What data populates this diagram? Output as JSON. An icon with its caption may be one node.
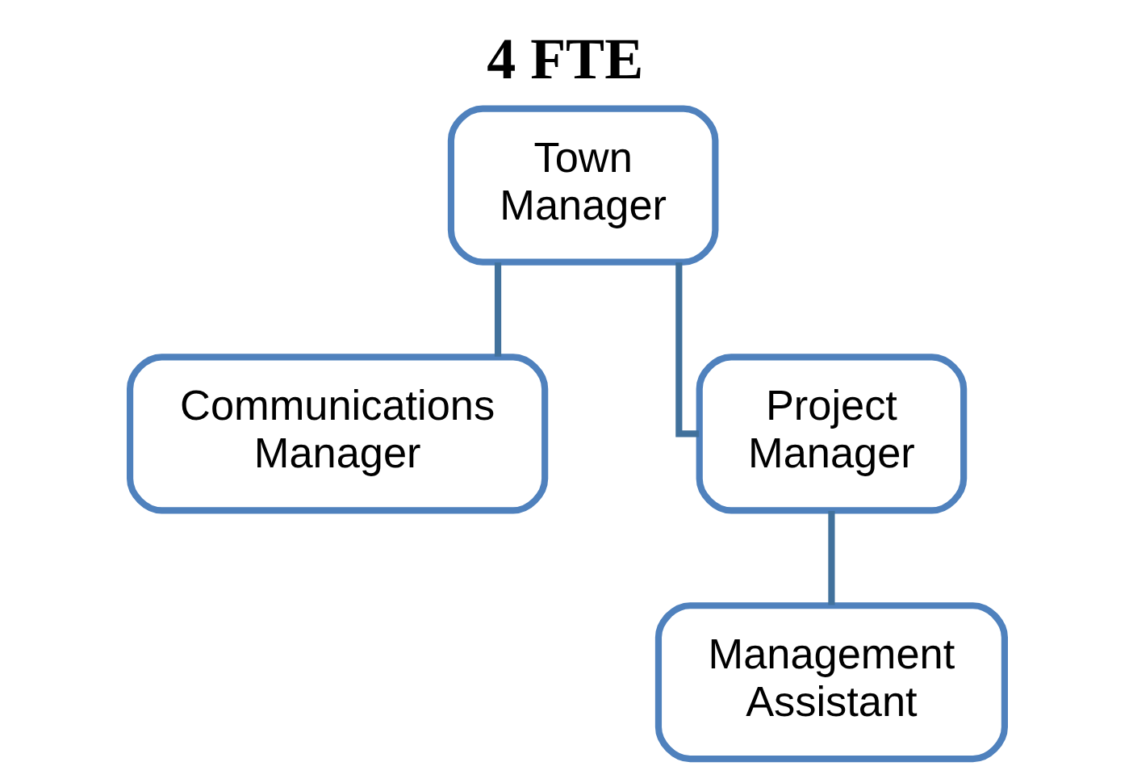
{
  "diagram": {
    "title": "4 FTE",
    "nodes": [
      {
        "text": [
          "Town Manager"
        ]
      },
      {
        "text": [
          "Communications Manager"
        ]
      },
      {
        "text": [
          "Project Manager"
        ]
      },
      {
        "text": [
          "Management Assistant"
        ]
      }
    ],
    "edges": [
      {
        "from": 0,
        "to": 1,
        "arrow": "none"
      },
      {
        "from": 0,
        "to": 2,
        "arrow": "none"
      },
      {
        "from": 2,
        "to": 3,
        "arrow": "none"
      }
    ]
  }
}
